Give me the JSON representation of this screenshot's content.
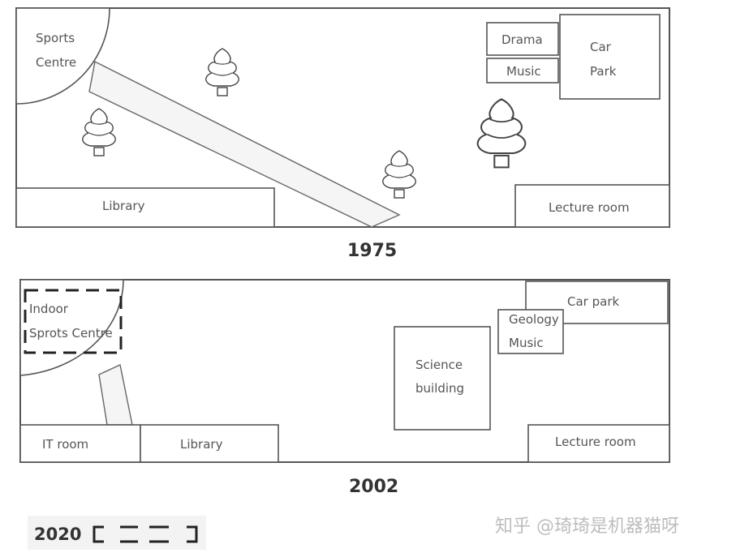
{
  "map_1975": {
    "year": "1975",
    "sports_centre_1": "Sports",
    "sports_centre_2": "Centre",
    "drama": "Drama",
    "music": "Music",
    "car_park_1": "Car",
    "car_park_2": "Park",
    "library": "Library",
    "lecture_room": "Lecture room"
  },
  "map_2002": {
    "year": "2002",
    "indoor_sports_1": "Indoor",
    "indoor_sports_2": "Sprots Centre",
    "car_park": "Car park",
    "geology": "Geology",
    "music": "Music",
    "science_1": "Science",
    "science_2": "building",
    "it_room": "IT room",
    "library": "Library",
    "lecture_room": "Lecture room"
  },
  "legend": {
    "year": "2020"
  },
  "watermark": "知乎 @琦琦是机器猫呀",
  "colors": {
    "outline": "#555555",
    "path_fill": "#f5f5f5",
    "background": "#ffffff"
  },
  "icons": [
    "tree-icon",
    "tree-icon",
    "tree-icon",
    "tree-icon",
    "large-tree-icon"
  ]
}
